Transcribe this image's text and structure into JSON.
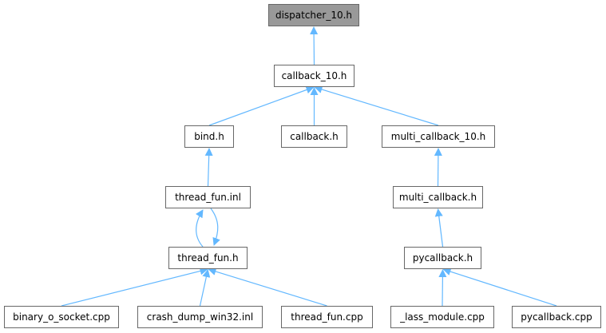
{
  "diagram": {
    "nodes": [
      {
        "id": "dispatcher",
        "label": "dispatcher_10.h",
        "root": true
      },
      {
        "id": "callback10",
        "label": "callback_10.h"
      },
      {
        "id": "bind",
        "label": "bind.h"
      },
      {
        "id": "callback",
        "label": "callback.h"
      },
      {
        "id": "multi10",
        "label": "multi_callback_10.h"
      },
      {
        "id": "threadinl",
        "label": "thread_fun.inl"
      },
      {
        "id": "multicb",
        "label": "multi_callback.h"
      },
      {
        "id": "threadh",
        "label": "thread_fun.h"
      },
      {
        "id": "pycb",
        "label": "pycallback.h"
      },
      {
        "id": "binsock",
        "label": "binary_o_socket.cpp"
      },
      {
        "id": "crash",
        "label": "crash_dump_win32.inl"
      },
      {
        "id": "threadcpp",
        "label": "thread_fun.cpp"
      },
      {
        "id": "lass",
        "label": "_lass_module.cpp"
      },
      {
        "id": "pycbcpp",
        "label": "pycallback.cpp"
      }
    ],
    "edges": [
      {
        "from": "callback10",
        "to": "dispatcher"
      },
      {
        "from": "bind",
        "to": "callback10"
      },
      {
        "from": "callback",
        "to": "callback10"
      },
      {
        "from": "multi10",
        "to": "callback10"
      },
      {
        "from": "threadinl",
        "to": "bind"
      },
      {
        "from": "multicb",
        "to": "multi10"
      },
      {
        "from": "threadh",
        "to": "threadinl"
      },
      {
        "from": "threadinl",
        "to": "threadh"
      },
      {
        "from": "pycb",
        "to": "multicb"
      },
      {
        "from": "binsock",
        "to": "threadh"
      },
      {
        "from": "crash",
        "to": "threadh"
      },
      {
        "from": "threadcpp",
        "to": "threadh"
      },
      {
        "from": "lass",
        "to": "pycb"
      },
      {
        "from": "pycbcpp",
        "to": "pycb"
      }
    ],
    "colors": {
      "edge": "#63b8ff",
      "root_fill": "#999999",
      "border": "#686868"
    }
  }
}
